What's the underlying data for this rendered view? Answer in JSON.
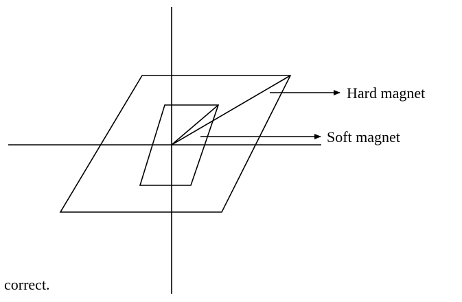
{
  "diagram": {
    "labels": {
      "hard_magnet": "Hard magnet",
      "soft_magnet": "Soft magnet"
    },
    "footer_text": "correct.",
    "colors": {
      "stroke": "#000000",
      "background": "#ffffff"
    }
  }
}
